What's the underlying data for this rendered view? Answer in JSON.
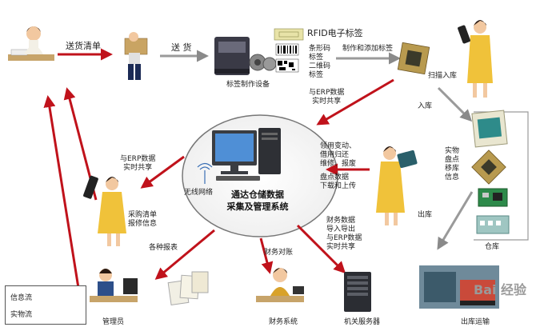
{
  "hub": {
    "title_line1": "通达仓储数据",
    "title_line2": "采集及管理系统",
    "network_label": "无线网络"
  },
  "flows": {
    "delivery_note": "送货清单",
    "deliver": "送 货",
    "print_attach": "制作和添加标签",
    "erp_top": [
      "与ERP数据",
      "实时共享"
    ],
    "stock_in": "入库",
    "erp_left": [
      "与ERP数据",
      "实时共享"
    ],
    "purchase": [
      "采购清单",
      "报修信息"
    ],
    "ops": [
      "领用变动、",
      "借用归还",
      "维修、报废"
    ],
    "inventory": [
      "盘点数据",
      "下载和上传"
    ],
    "warehouse_info": [
      "实物",
      "盘点",
      "移库",
      "信息"
    ],
    "stock_out": "出库",
    "finance_data": [
      "财务数据",
      "导入导出",
      "与ERP数据",
      "实时共享"
    ],
    "reports": "各种报表",
    "finance_check": "财务对账"
  },
  "nodes": {
    "label_device": "标签制作设备",
    "scan_in": "扫描入库",
    "warehouse": "仓库",
    "manager": "管理员",
    "finance_system": "财务系统",
    "server": "机关服务器",
    "transport": "出库运输"
  },
  "tags": {
    "rfid": "RFID电子标签",
    "barcode": [
      "条形码",
      "标签"
    ],
    "qrcode": [
      "二维码",
      "标签"
    ]
  },
  "legend": {
    "info_flow": "信息流",
    "goods_flow": "实物流"
  },
  "watermark": "Bai 经验",
  "colors": {
    "info_flow": "#c0121b",
    "goods_flow": "#9a9a9a",
    "background": "#ffffff"
  }
}
